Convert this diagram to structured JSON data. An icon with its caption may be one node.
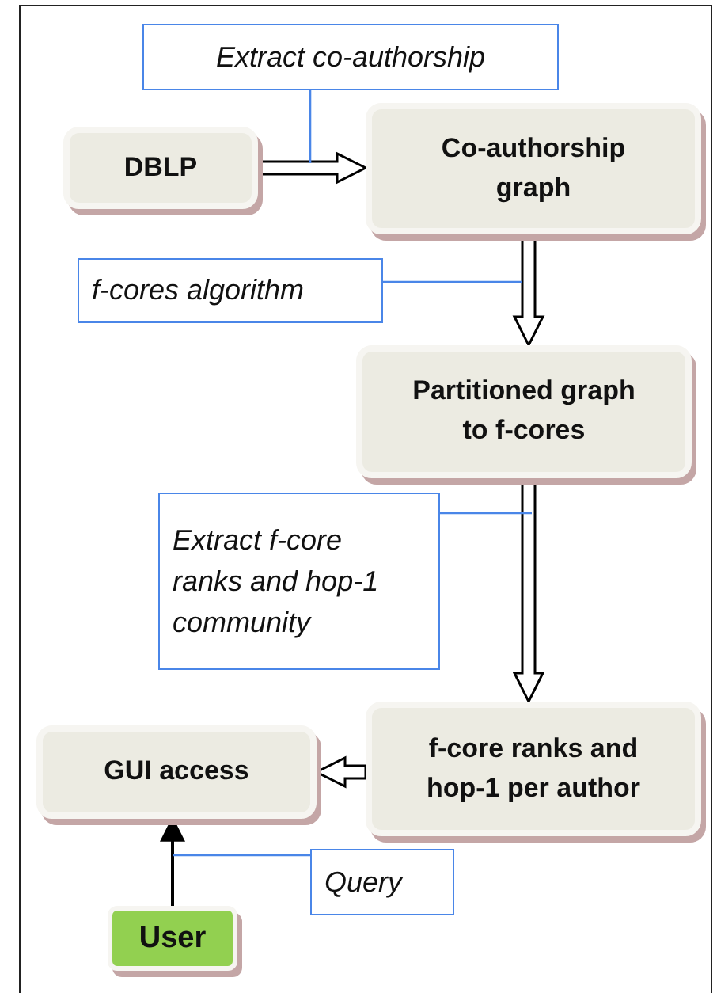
{
  "diagram": {
    "nodes": [
      {
        "text": [
          "Extract co-authorship"
        ]
      },
      {
        "text": [
          "DBLP"
        ]
      },
      {
        "text": [
          "Co-authorship graph"
        ]
      },
      {
        "text": [
          "f-cores algorithm"
        ]
      },
      {
        "text": [
          "Partitioned graph to f-cores"
        ]
      },
      {
        "text": [
          "Extract f-core ranks and hop-1 community"
        ]
      },
      {
        "text": [
          "GUI access"
        ]
      },
      {
        "text": [
          "f-core ranks and hop-1 per author"
        ]
      },
      {
        "text": [
          "User"
        ]
      },
      {
        "text": [
          "Query"
        ]
      }
    ],
    "edges": [
      {
        "from": 1,
        "to": 2,
        "arrow": "to",
        "style": "thick"
      },
      {
        "from": 0,
        "to": null,
        "arrow": "none",
        "color": "#4a86e8"
      },
      {
        "from": 2,
        "to": 4,
        "arrow": "to",
        "style": "thick"
      },
      {
        "from": 3,
        "to": null,
        "arrow": "none",
        "color": "#4a86e8"
      },
      {
        "from": 4,
        "to": 7,
        "arrow": "to",
        "style": "thick"
      },
      {
        "from": 5,
        "to": null,
        "arrow": "none",
        "color": "#4a86e8"
      },
      {
        "from": 7,
        "to": 6,
        "arrow": "to",
        "style": "thick"
      },
      {
        "from": 8,
        "to": 6,
        "arrow": "to",
        "color": "#000000"
      },
      {
        "from": 9,
        "to": null,
        "arrow": "none",
        "color": "#4a86e8"
      }
    ]
  }
}
